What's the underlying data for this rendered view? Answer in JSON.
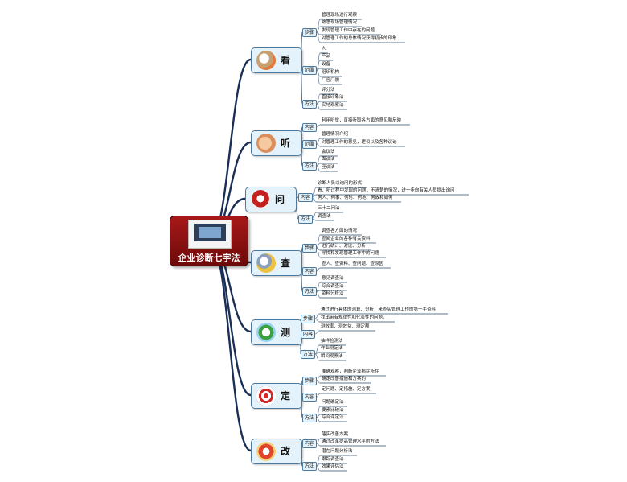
{
  "central": {
    "title": "企业诊断七字法",
    "icon": "computer-image"
  },
  "branches": [
    {
      "label": "看",
      "icon": "eye-icon",
      "subs": [
        {
          "label": "步骤",
          "leaves": [
            "管理现场进行观察",
            "熟悉现场管理情况",
            "发现管理工作中存在的问题",
            "对管理工作的总体情况获得初步的印象"
          ]
        },
        {
          "label": "范围",
          "leaves": [
            "人",
            "产品",
            "设备",
            "组织机构",
            "厂容厂貌"
          ]
        },
        {
          "label": "方法",
          "leaves": [
            "评分法",
            "直接印象法",
            "实地观察法"
          ]
        }
      ]
    },
    {
      "label": "听",
      "icon": "ear-icon",
      "subs": [
        {
          "label": "内容",
          "leaves": [
            "利用听觉，直接听取各方面的意见和反映"
          ]
        },
        {
          "label": "范围",
          "leaves": [
            "管理情况介绍",
            "对管理工作的意见，建议以及各种议论"
          ]
        },
        {
          "label": "方法",
          "leaves": [
            "会议法",
            "面谈法",
            "座谈法"
          ]
        }
      ]
    },
    {
      "label": "问",
      "icon": "question-icon",
      "subs": [
        {
          "label": "内容",
          "leaves": [
            "诊断人员以询问的形式",
            "看、听过程中发现的问题，不清楚的情况，进一步向有关人员提出询问",
            "何人、何事、何时、何地、何故和如何"
          ]
        },
        {
          "label": "方法",
          "leaves": [
            "三十二问法",
            "调查法"
          ]
        }
      ]
    },
    {
      "label": "查",
      "icon": "magnifier-icon",
      "subs": [
        {
          "label": "步骤",
          "leaves": [
            "调查各方面的情况",
            "查阅企业的各种有关资料",
            "进行统计、对比、分析",
            "寻找和发现管理工作中的问题"
          ]
        },
        {
          "label": "内容",
          "leaves": [
            "查人、查资料、查问题、查原因"
          ]
        },
        {
          "label": "方法",
          "leaves": [
            "意见调查法",
            "综合调查法",
            "资料分析法"
          ]
        }
      ]
    },
    {
      "label": "测",
      "icon": "measure-icon",
      "subs": [
        {
          "label": "步骤",
          "leaves": [
            "通过进行具体的测算、分析，来查实管理工作的第一手资料",
            "找出带有规律性和代表性的问题。"
          ]
        },
        {
          "label": "内容",
          "leaves": [
            "测效率、测效益、测定额"
          ]
        },
        {
          "label": "方法",
          "leaves": [
            "抽样检测法",
            "作业测定法",
            "瞬间观察法"
          ]
        }
      ]
    },
    {
      "label": "定",
      "icon": "target-icon",
      "subs": [
        {
          "label": "步骤",
          "leaves": [
            "准确观察，判断企业病症所在",
            "确定改善措施和方案的"
          ]
        },
        {
          "label": "内容",
          "leaves": [
            "定问题、定措施、定方案"
          ]
        },
        {
          "label": "方法",
          "leaves": [
            "问题确定法",
            "要素比较法",
            "综合评定法"
          ]
        }
      ]
    },
    {
      "label": "改",
      "icon": "improve-icon",
      "subs": [
        {
          "label": "内容",
          "leaves": [
            "落实改善方案",
            "通过改革提高管理水平的方法"
          ]
        },
        {
          "label": "方法",
          "leaves": [
            "潜在问题分析法",
            "跟踪调查法",
            "效果评估法"
          ]
        }
      ]
    }
  ]
}
